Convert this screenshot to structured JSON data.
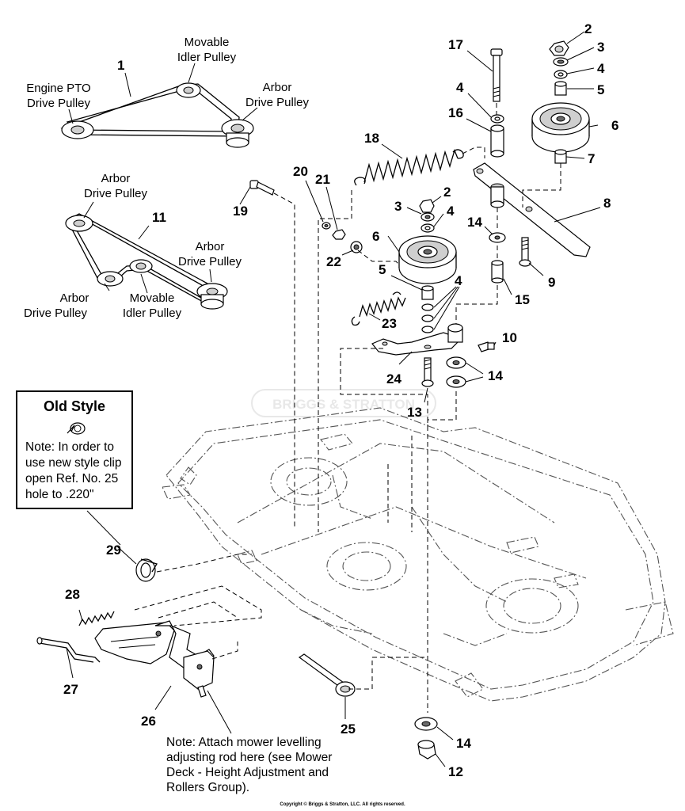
{
  "watermark": "BRIGGS & STRATTON",
  "belt_diagram_1": {
    "ref": "1",
    "labels": {
      "movable_idler": "Movable\nIdler Pulley",
      "engine_pto": "Engine PTO\nDrive Pulley",
      "arbor": "Arbor\nDrive Pulley"
    }
  },
  "belt_diagram_11": {
    "ref": "11",
    "labels": {
      "arbor_top": "Arbor\nDrive Pulley",
      "arbor_right": "Arbor\nDrive Pulley",
      "arbor_left": "Arbor\nDrive Pulley",
      "movable_idler": "Movable\nIdler Pulley"
    }
  },
  "part_numbers": [
    "1",
    "2",
    "3",
    "4",
    "5",
    "6",
    "7",
    "8",
    "9",
    "10",
    "11",
    "12",
    "13",
    "14",
    "15",
    "16",
    "17",
    "18",
    "19",
    "20",
    "21",
    "22",
    "23",
    "24",
    "25",
    "26",
    "27",
    "28",
    "29"
  ],
  "callouts": {
    "p17": "17",
    "p2a": "2",
    "p3a": "3",
    "p4a": "4",
    "p5a": "5",
    "p6a": "6",
    "p7": "7",
    "p4b": "4",
    "p16": "16",
    "p18": "18",
    "p8": "8",
    "p20": "20",
    "p21": "21",
    "p19": "19",
    "p22": "22",
    "p3b": "3",
    "p2b": "2",
    "p4c": "4",
    "p6b": "6",
    "p14a": "14",
    "p9": "9",
    "p5b": "5",
    "p4d": "4",
    "p15": "15",
    "p23": "23",
    "p10": "10",
    "p14b": "14",
    "p24": "24",
    "p13": "13",
    "p29": "29",
    "p28": "28",
    "p27": "27",
    "p26": "26",
    "p25": "25",
    "p14c": "14",
    "p12": "12",
    "p1": "1",
    "p11": "11"
  },
  "old_style": {
    "title": "Old Style",
    "note": "Note:  In order to\nuse new style clip\nopen Ref. No. 25\nhole to .220\""
  },
  "attach_note": "Note: Attach mower levelling\nadjusting rod here (see Mower\nDeck - Height Adjustment and\nRollers Group).",
  "copyright": "Copyright © Briggs & Stratton, LLC. All rights reserved."
}
